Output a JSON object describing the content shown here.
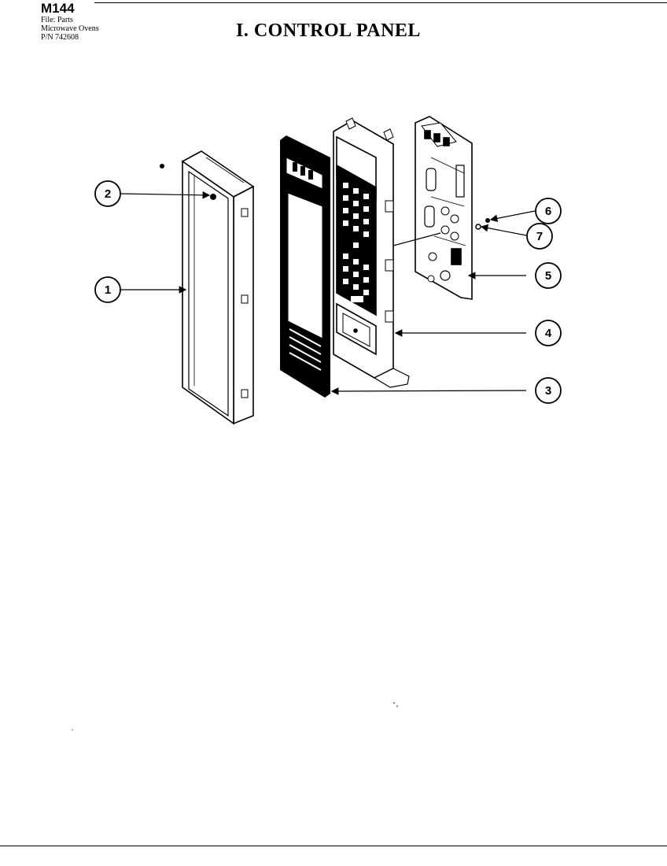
{
  "header": {
    "model": "M144",
    "file_line": "File: Parts",
    "category_line": "Microwave Ovens",
    "part_number_line": "P/N 742608"
  },
  "title": "I. CONTROL PANEL",
  "callouts": [
    {
      "id": "c2",
      "label": "2"
    },
    {
      "id": "c1",
      "label": "1"
    },
    {
      "id": "c6",
      "label": "6"
    },
    {
      "id": "c7",
      "label": "7"
    },
    {
      "id": "c5",
      "label": "5"
    },
    {
      "id": "c4",
      "label": "4"
    },
    {
      "id": "c3",
      "label": "3"
    }
  ]
}
